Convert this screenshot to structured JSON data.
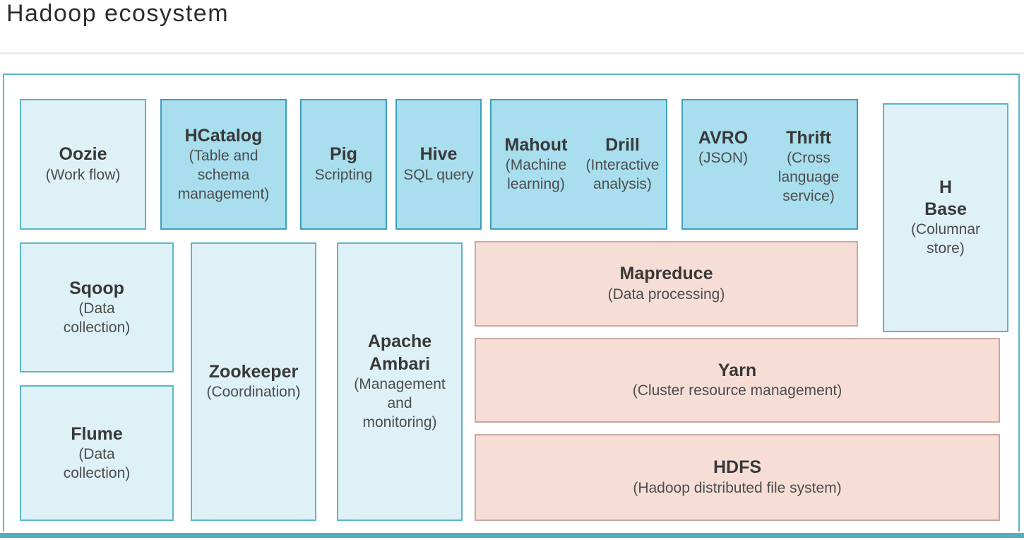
{
  "title": "Hadoop ecosystem",
  "palette": {
    "light_box_fill": "#def1f6",
    "dark_box_fill": "#a8deee",
    "pink_box_fill": "#f6ded6",
    "box_border_teal": "#3e9fbc",
    "box_border_rose": "#d0a69d",
    "frame_border": "#5cb5c9",
    "bottom_bar": "#57adc0"
  },
  "boxes": {
    "oozie": {
      "name": "Oozie",
      "desc": "(Work flow)"
    },
    "hcatalog": {
      "name": "HCatalog",
      "desc": "(Table and\nschema\nmanagement)"
    },
    "pig": {
      "name": "Pig",
      "desc": "Scripting"
    },
    "hive": {
      "name": "Hive",
      "desc": "SQL query"
    },
    "mahout": {
      "name": "Mahout",
      "desc": "(Machine\nlearning)"
    },
    "drill": {
      "name": "Drill",
      "desc": "(Interactive\nanalysis)"
    },
    "avro": {
      "name": "AVRO",
      "desc": "(JSON)"
    },
    "thrift": {
      "name": "Thrift",
      "desc": "(Cross\nlanguage\nservice)"
    },
    "hbase": {
      "name": "H\nBase",
      "desc": "(Columnar\nstore)"
    },
    "sqoop": {
      "name": "Sqoop",
      "desc": "(Data\ncollection)"
    },
    "flume": {
      "name": "Flume",
      "desc": "(Data\ncollection)"
    },
    "zookeeper": {
      "name": "Zookeeper",
      "desc": "(Coordination)"
    },
    "ambari": {
      "name": "Apache\nAmbari",
      "desc": "(Management\nand\nmonitoring)"
    },
    "mapreduce": {
      "name": "Mapreduce",
      "desc": "(Data processing)"
    },
    "yarn": {
      "name": "Yarn",
      "desc": "(Cluster resource management)"
    },
    "hdfs": {
      "name": "HDFS",
      "desc": "(Hadoop distributed file system)"
    }
  }
}
